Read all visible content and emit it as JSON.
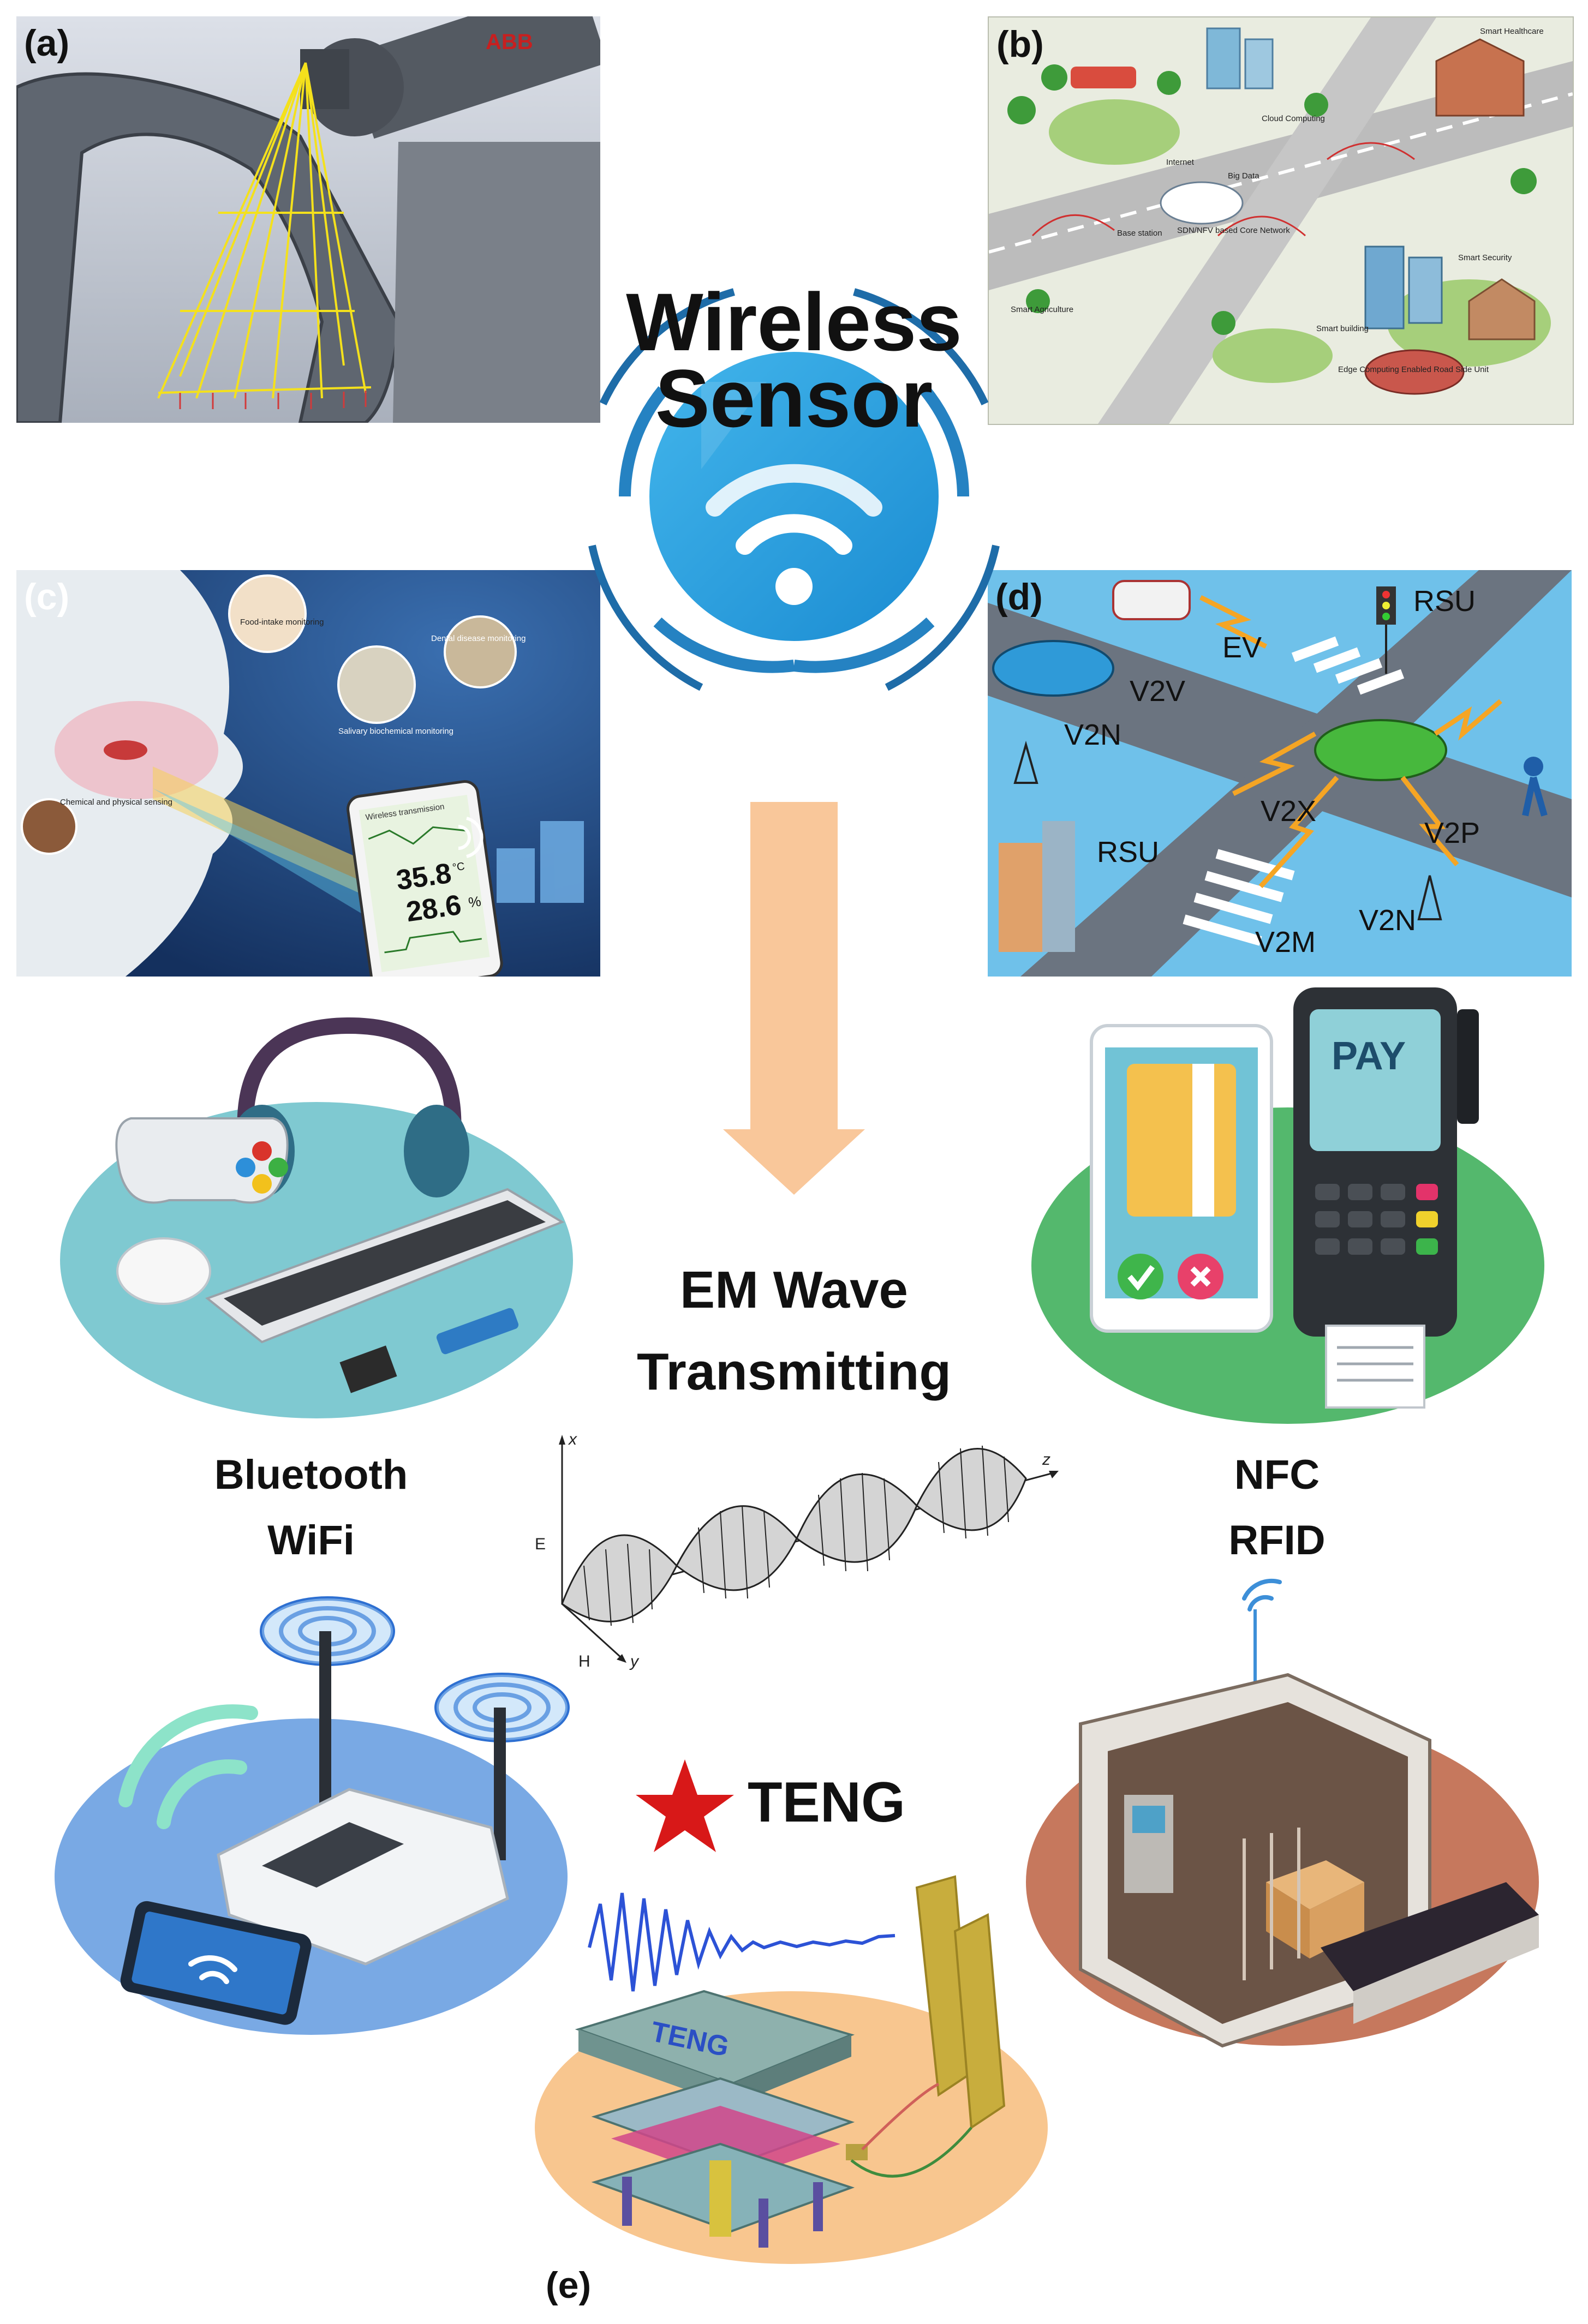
{
  "center": {
    "title_line1": "Wireless",
    "title_line2": "Sensor"
  },
  "panels": {
    "a": {
      "label": "(a)",
      "brand": "ABB"
    },
    "b": {
      "label": "(b)",
      "labels": [
        "Smart Healthcare",
        "Cloud Computing",
        "Internet",
        "Big Data",
        "SDN/NFV based Core Network",
        "Base station",
        "Smart Agriculture",
        "Smart building",
        "Smart Security",
        "Edge Computing Enabled Road Side Unit"
      ]
    },
    "c": {
      "label": "(c)",
      "labels": [
        "Food-intake monitoring",
        "Dental disease monitoring",
        "Salivary biochemical monitoring",
        "Chemical and physical sensing",
        "Wireless transmission",
        "35.8",
        "°C",
        "28.6",
        "%"
      ]
    },
    "d": {
      "label": "(d)",
      "labels": [
        "RSU",
        "EV",
        "V2V",
        "V2N",
        "V2X",
        "RSU",
        "V2P",
        "V2N",
        "V2M"
      ]
    },
    "e": {
      "label": "(e)"
    }
  },
  "middle": {
    "line1": "EM Wave",
    "line2": "Transmitting",
    "wave_labels": {
      "x": "x",
      "z": "z",
      "E": "E",
      "H": "H",
      "y": "y"
    }
  },
  "left_group": {
    "line1": "Bluetooth",
    "line2": "WiFi"
  },
  "right_group": {
    "line1": "NFC",
    "line2": "RFID",
    "pay": "PAY"
  },
  "teng": {
    "title": "TENG",
    "device_text": "TENG"
  },
  "colors": {
    "accent_blue": "#1e8fd4",
    "arrow": "#f9c79a",
    "star": "#d81818"
  }
}
